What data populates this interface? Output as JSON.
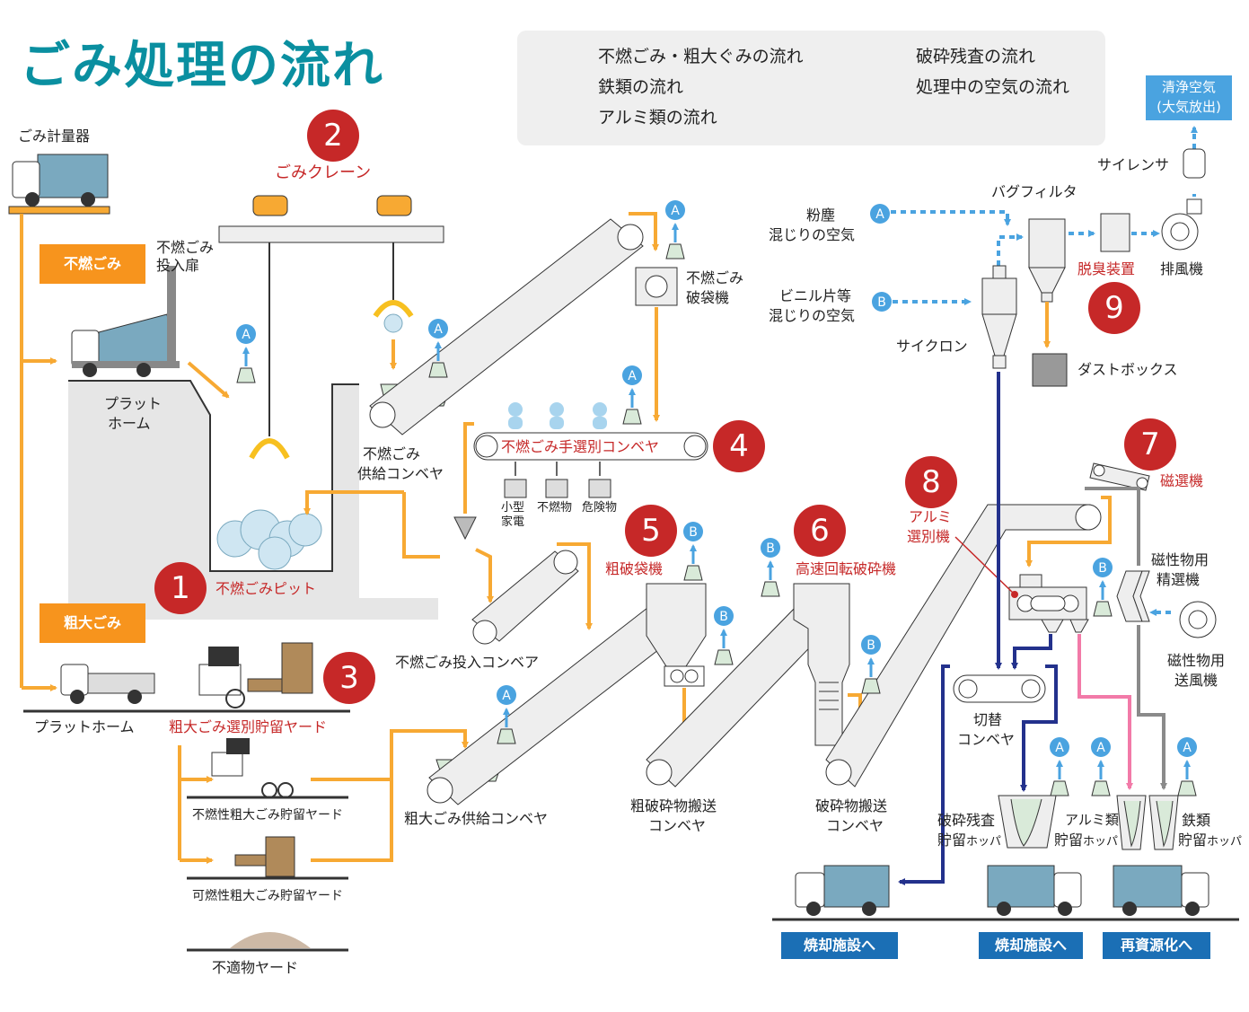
{
  "title": "ごみ処理の流れ",
  "legend": {
    "incombustible_flow": "不燃ごみ・粗大ぐみの流れ",
    "iron_flow": "鉄類の流れ",
    "aluminum_flow": "アルミ類の流れ",
    "residue_flow": "破砕残査の流れ",
    "air_flow": "処理中の空気の流れ"
  },
  "colors": {
    "orange": "#f7a933",
    "gray": "#8a8a8a",
    "pink": "#f27aa8",
    "navy": "#23318c",
    "lightblue": "#4aa3e0",
    "red": "#c62828",
    "teal": "#0a8fa0"
  },
  "labels": {
    "scale": "ごみ計量器",
    "incombustible_tag": "不燃ごみ",
    "bulky_tag": "粗大ごみ",
    "input_door_1": "不燃ごみ",
    "input_door_2": "投入扉",
    "platform_1": "プラット",
    "platform_2": "ホーム",
    "platform_full": "プラットホーム",
    "bulky_yard": "粗大ごみ選別貯留ヤード",
    "incomb_bulky_yard": "不燃性粗大ごみ貯留ヤード",
    "comb_bulky_yard": "可燃性粗大ごみ貯留ヤード",
    "unsuitable_yard": "不適物ヤード",
    "pit": "不燃ごみピット",
    "crane": "ごみクレーン",
    "supply_conv_1": "不燃ごみ",
    "supply_conv_2": "供給コンベヤ",
    "bag_breaker_1": "不燃ごみ",
    "bag_breaker_2": "破袋機",
    "hand_sort": "不燃ごみ手選別コンベヤ",
    "bin_small_1": "小型",
    "bin_small_2": "家電",
    "bin_incomb": "不燃物",
    "bin_danger": "危険物",
    "input_conv": "不燃ごみ投入コンベア",
    "bulky_supply_conv": "粗大ごみ供給コンベヤ",
    "coarse_breaker": "粗破袋機",
    "coarse_conv_1": "粗破砕物搬送",
    "coarse_conv_2": "コンベヤ",
    "shredder": "高速回転破砕機",
    "crushed_conv_1": "破砕物搬送",
    "crushed_conv_2": "コンベヤ",
    "alum_sep_1": "アルミ",
    "alum_sep_2": "選別機",
    "mag_sep": "磁選機",
    "mag_refine_1": "磁性物用",
    "mag_refine_2": "精選機",
    "mag_blower_1": "磁性物用",
    "mag_blower_2": "送風機",
    "switch_conv_1": "切替",
    "switch_conv_2": "コンベヤ",
    "residue_hopper_1": "破砕残査",
    "residue_hopper_2": "貯留",
    "hopper_small": "ホッパ",
    "alum_hopper_1": "アルミ類",
    "alum_hopper_2": "貯留",
    "iron_hopper_1": "鉄類",
    "iron_hopper_2": "貯留",
    "to_incinerator": "焼却施設へ",
    "to_recycle": "再資源化へ",
    "dust_air_1": "粉塵",
    "dust_air_2": "混じりの空気",
    "vinyl_air_1": "ビニル片等",
    "vinyl_air_2": "混じりの空気",
    "cyclone": "サイクロン",
    "bag_filter": "バグフィルタ",
    "deodorizer": "脱臭装置",
    "exhaust_fan": "排風機",
    "dust_box": "ダストボックス",
    "silencer": "サイレンサ",
    "clean_air_1": "清浄空気",
    "clean_air_2": "(大気放出)"
  },
  "steps": [
    "1",
    "2",
    "3",
    "4",
    "5",
    "6",
    "7",
    "8",
    "9"
  ],
  "badge_a": "A",
  "badge_b": "B"
}
